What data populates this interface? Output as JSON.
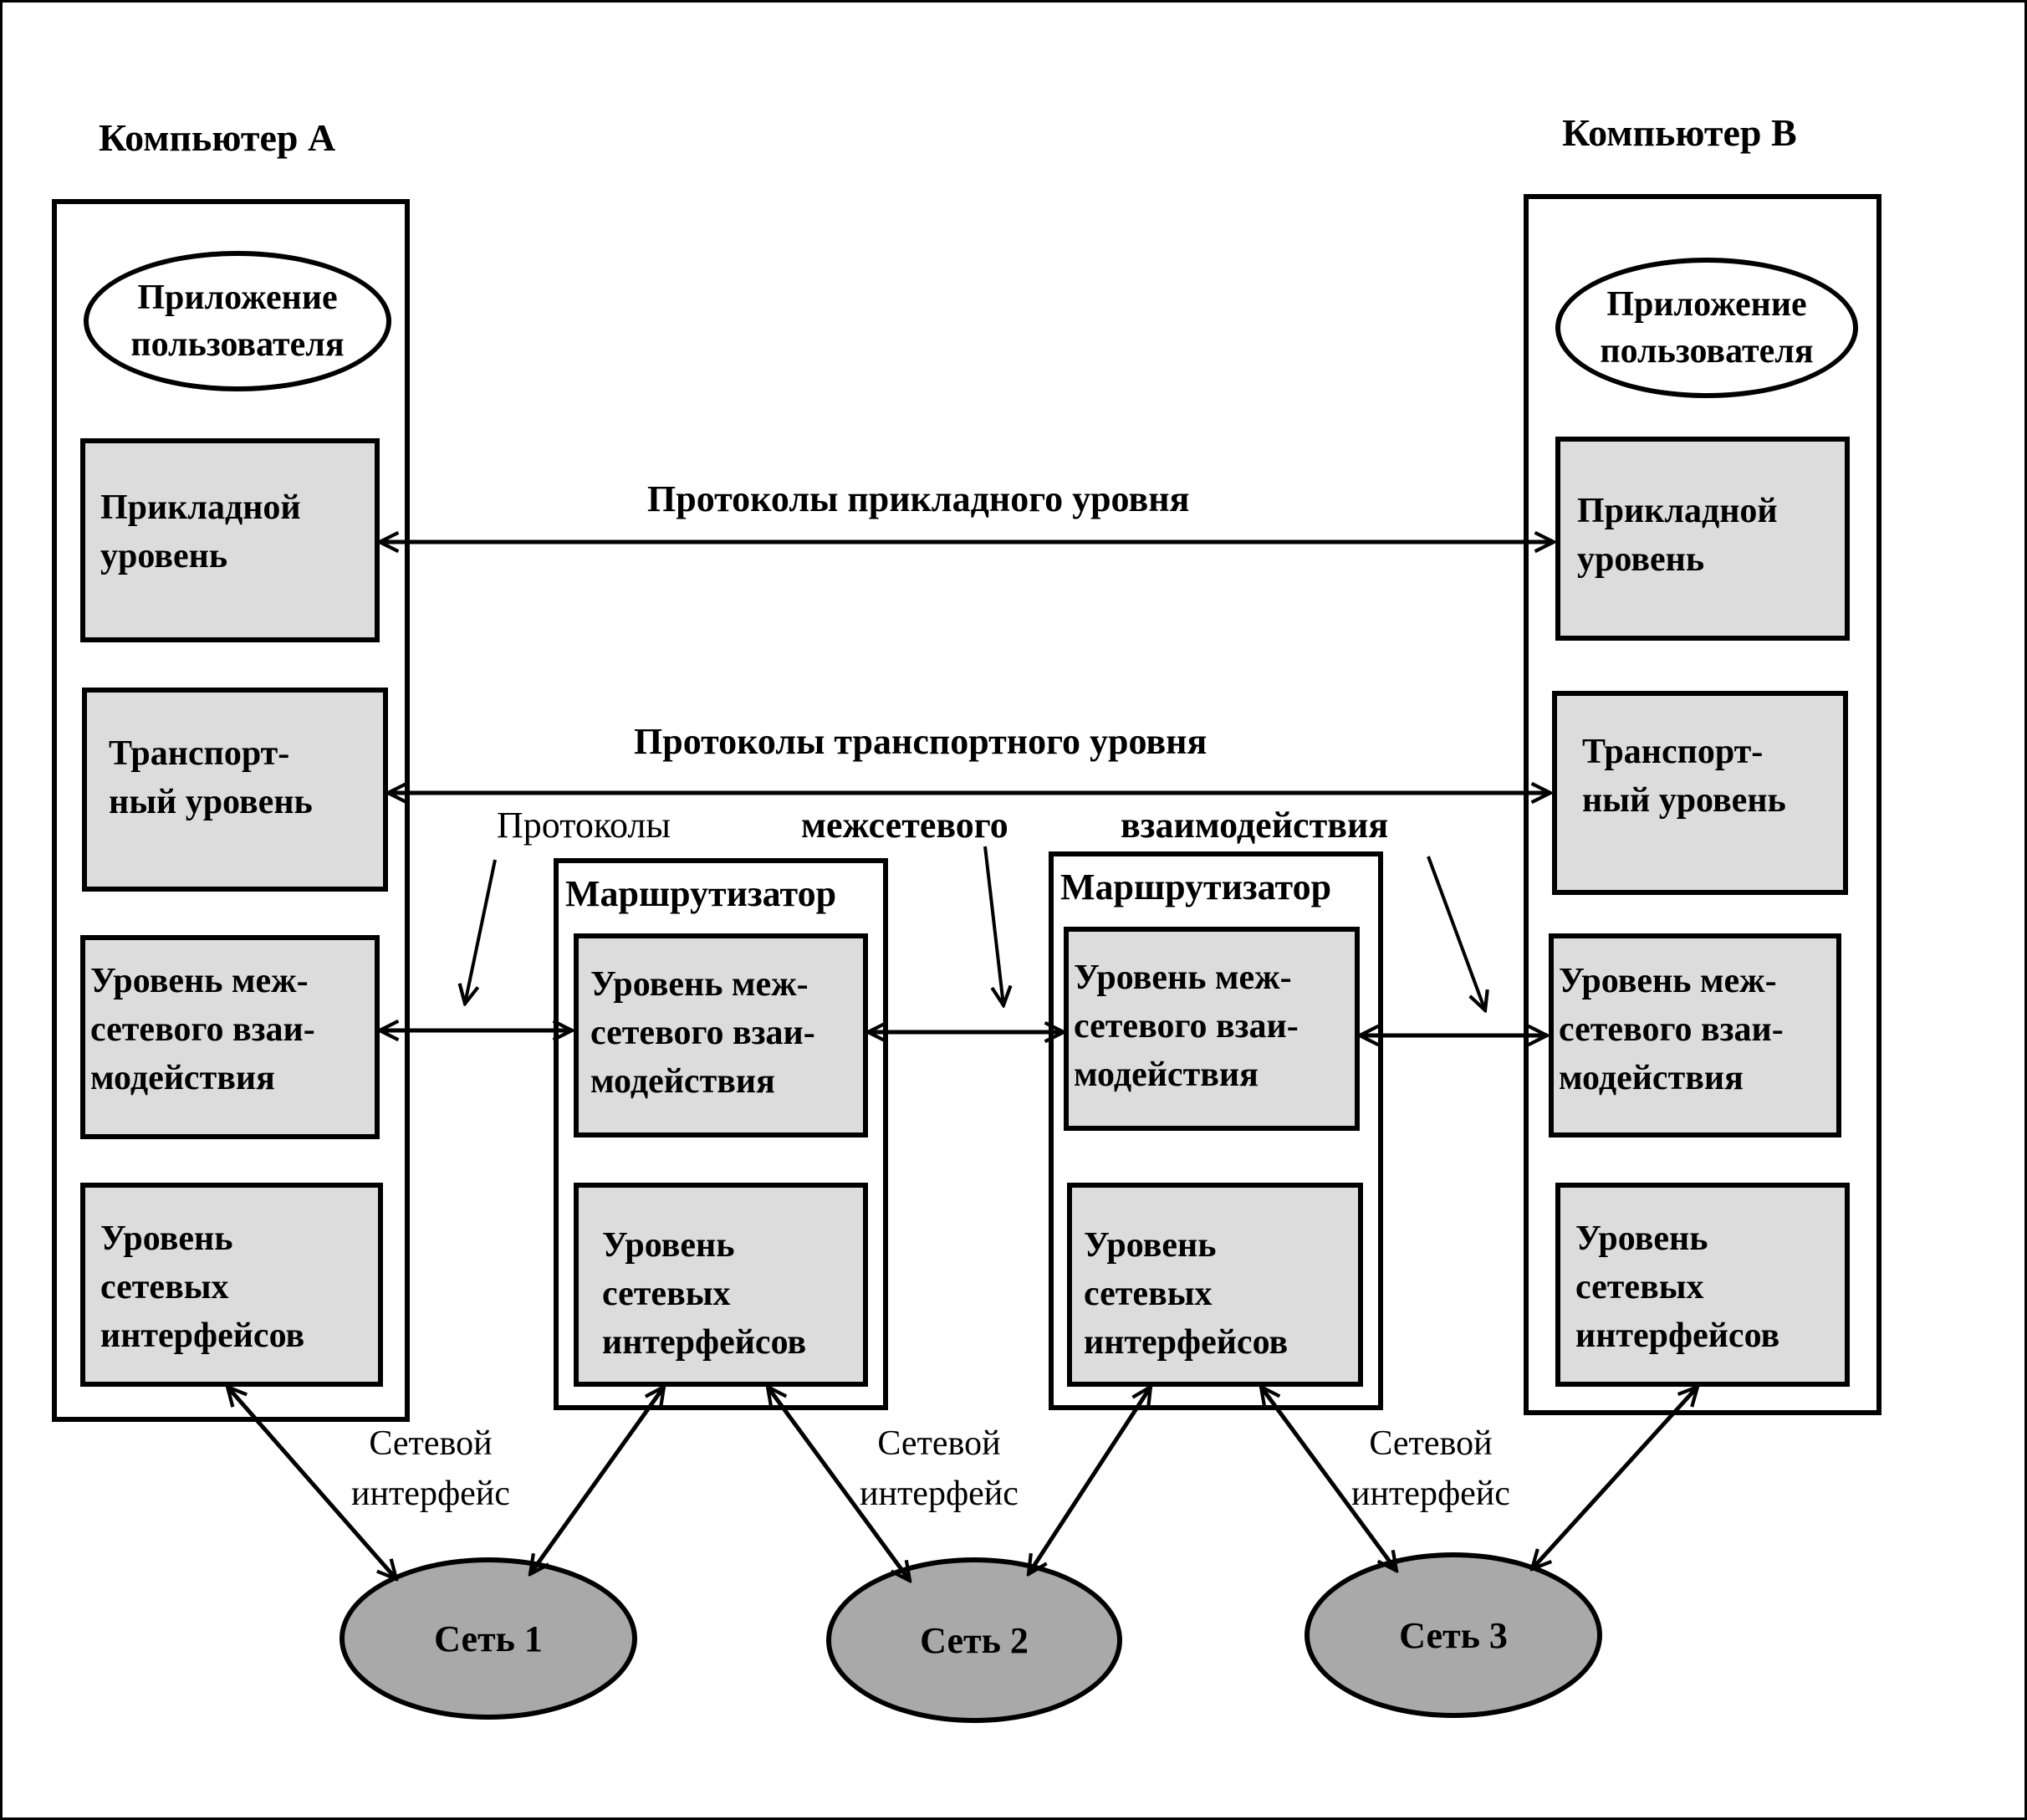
{
  "computer_a": {
    "title": "Компьютер А",
    "app": "Приложение\nпользователя",
    "application_layer": "Прикладной\n  уровень",
    "transport_layer": "Транспорт-\nный уровень",
    "internet_layer": "Уровень меж-\nсетевого взаи-\nмодействия",
    "interface_layer": "  Уровень\n   сетевых\nинтерфейсов"
  },
  "computer_b": {
    "title": "Компьютер В",
    "app": "Приложение\nпользователя",
    "application_layer": "Прикладной\n  уровень",
    "transport_layer": "Транспорт-\nный уровень",
    "internet_layer": "Уровень меж-\nсетевого взаи-\nмодействия",
    "interface_layer": "  Уровень\n   сетевых\nинтерфейсов"
  },
  "router_1": {
    "title": "Маршрутизатор",
    "internet_layer": "Уровень меж-\nсетевого взаи-\nмодействия",
    "interface_layer": "  Уровень\n   сетевых\nинтерфейсов"
  },
  "router_2": {
    "title": "Маршрутизатор",
    "internet_layer": "Уровень меж-\nсетевого взаи-\nмодействия",
    "interface_layer": "  Уровень\n   сетевых\nинтерфейсов"
  },
  "protocols": {
    "application": "Протоколы  прикладного  уровня",
    "transport": "Протоколы  транспортного  уровня",
    "internetwork_1": "Протоколы",
    "internetwork_2": "межсетевого",
    "internetwork_3": "взаимодействия"
  },
  "interfaces": {
    "label_1": "Сетевой\nинтерфейс",
    "label_2": "Сетевой\nинтерфейс",
    "label_3": "Сетевой\nинтерфейс"
  },
  "networks": {
    "net_1": "Сеть 1",
    "net_2": "Сеть 2",
    "net_3": "Сеть 3"
  },
  "colors": {
    "layer_fill": "#dcdcdc",
    "network_fill": "#a9a9a9",
    "stroke": "#000000"
  }
}
